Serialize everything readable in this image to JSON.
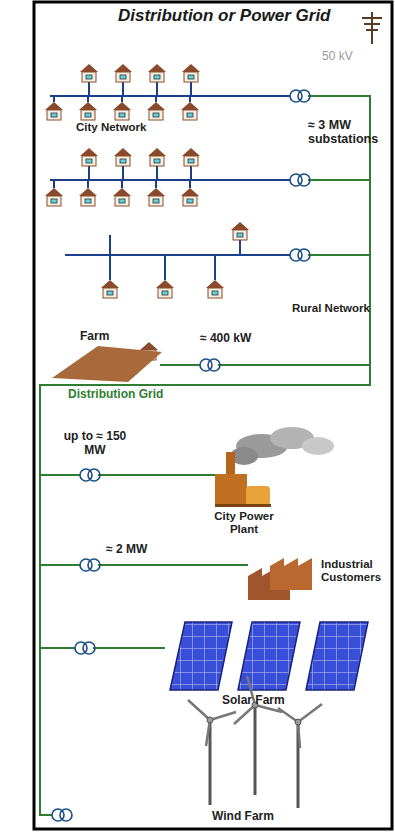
{
  "diagram": {
    "title": "Distribution or Power Grid",
    "labels": [
      "50 kV",
      "City Network",
      "≈ 3 MW substations",
      "Rural Network",
      "Farm",
      "≈ 400 kW",
      "Distribution Grid",
      "up to ≈ 150 MW",
      "City Power Plant",
      "≈ 2 MW",
      "Industrial Customers",
      "Solar Farm",
      "Wind Farm"
    ]
  }
}
